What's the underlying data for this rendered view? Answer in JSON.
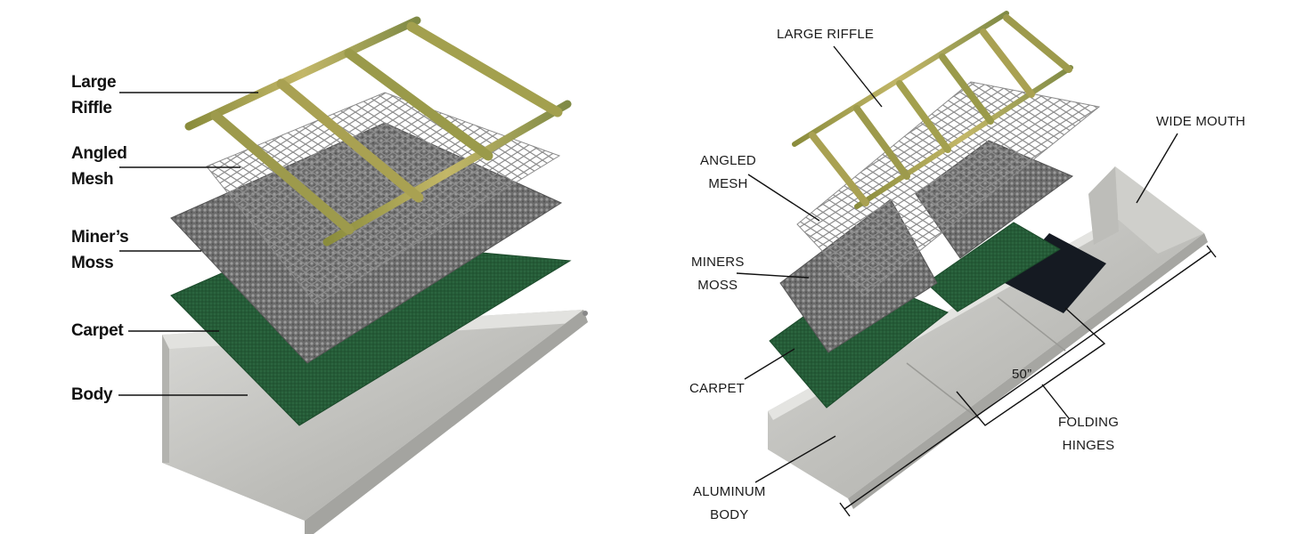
{
  "left_labels": {
    "large_riffle": [
      "Large",
      "Riffle"
    ],
    "angled_mesh": [
      "Angled",
      "Mesh"
    ],
    "miners_moss": [
      "Miner’s",
      "Moss"
    ],
    "carpet": "Carpet",
    "body": "Body"
  },
  "right_labels": {
    "large_riffle": "LARGE RIFFLE",
    "wide_mouth": "WIDE MOUTH",
    "angled_mesh": [
      "ANGLED",
      "MESH"
    ],
    "miners_moss": [
      "MINERS",
      "MOSS"
    ],
    "carpet": "CARPET",
    "length": "50”",
    "folding_hinges": [
      "FOLDING",
      "HINGES"
    ],
    "aluminum_body": [
      "ALUMINUM",
      "BODY"
    ]
  },
  "colors": {
    "riffle": "#a6a04a",
    "mesh": "#9a9a9a",
    "moss": "#6f6f6f",
    "carpet": "#245a36",
    "body": "#c9c9c5",
    "flap": "#151a22"
  }
}
